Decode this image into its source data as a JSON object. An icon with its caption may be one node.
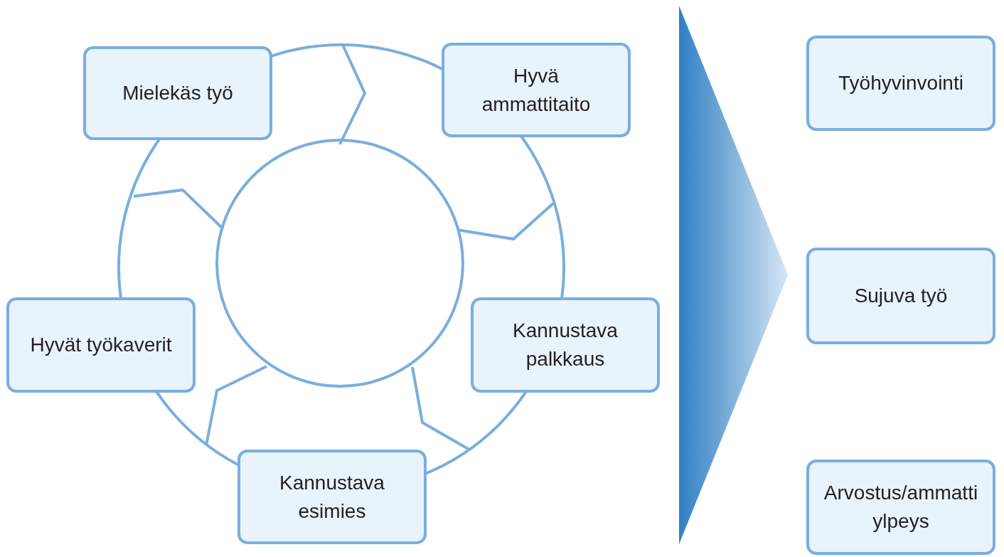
{
  "diagram": {
    "nodes": [
      {
        "text": [
          "Mielekäs työ"
        ]
      },
      {
        "text": [
          "Hyvä ammattitaito"
        ]
      },
      {
        "text": [
          "Kannustava palkkaus"
        ]
      },
      {
        "text": [
          "Kannustava esimies"
        ]
      },
      {
        "text": [
          "Hyvät työkaverit"
        ]
      },
      {
        "text": [],
        "shape": "chevron"
      },
      {
        "text": [
          "Työhyvinvointi"
        ]
      },
      {
        "text": [
          "Sujuva työ"
        ]
      },
      {
        "text": [
          "Arvostus/ammatti ylpeys"
        ]
      }
    ]
  }
}
